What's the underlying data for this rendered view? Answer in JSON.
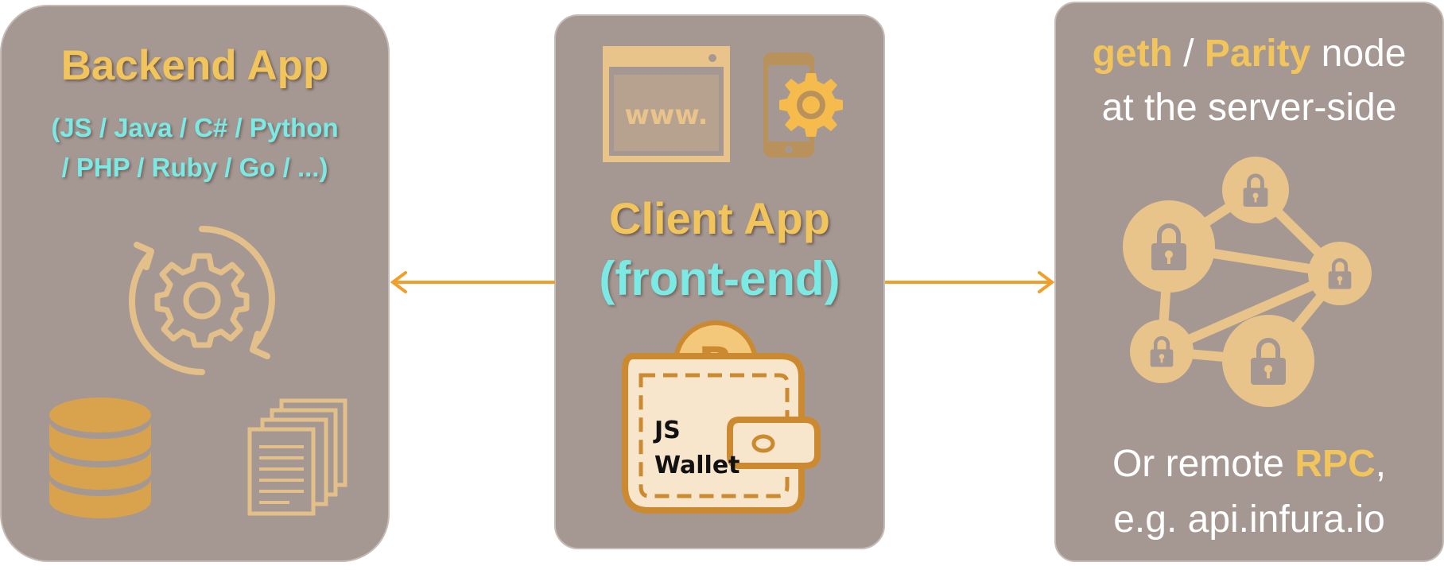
{
  "backend": {
    "title": "Backend App",
    "langs_line1": "(JS / Java / C# / Python",
    "langs_line2": "/ PHP / Ruby / Go / ...)"
  },
  "client": {
    "title": "Client App",
    "subtitle": "(front-end)",
    "browser_text": "www.",
    "wallet_line1": "JS",
    "wallet_line2": "Wallet",
    "coin_symbol": "B"
  },
  "node": {
    "geth": "geth",
    "separator": " / ",
    "parity": "Parity",
    "node_word": " node",
    "line2": "at the server-side",
    "rpc_prefix": "Or remote ",
    "rpc": "RPC",
    "rpc_suffix": ",",
    "rpc_line2": "e.g. api.infura.io"
  },
  "colors": {
    "panel": "#a59893",
    "gold": "#f1c45c",
    "cyan": "#7be9e4",
    "arrow": "#f0a02a",
    "icon_light": "#e8c48a",
    "icon_dark": "#d9a24c"
  }
}
